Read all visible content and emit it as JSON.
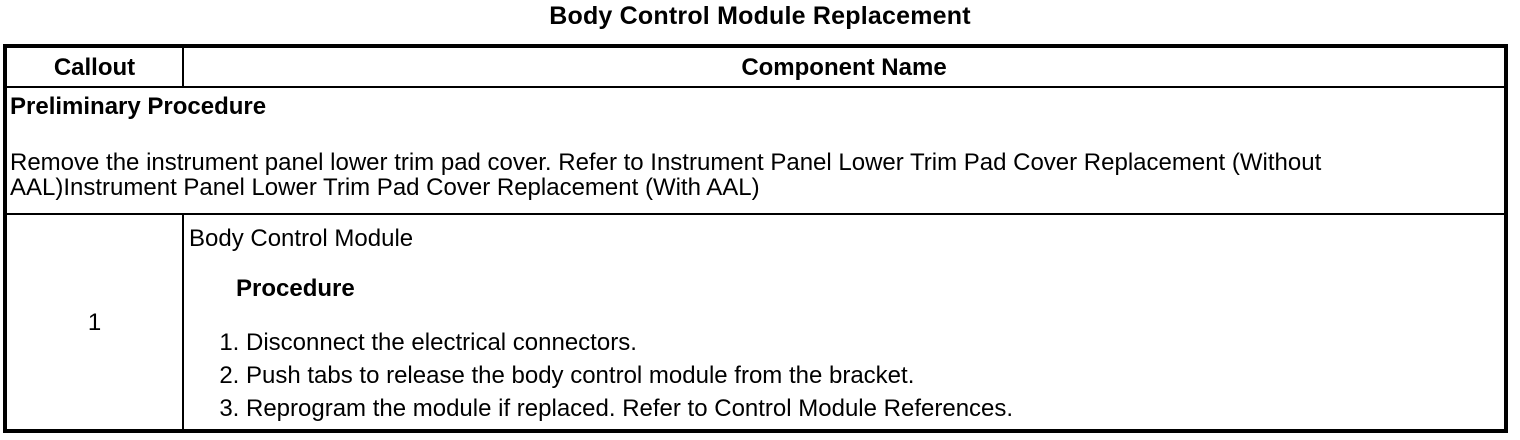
{
  "title": "Body Control Module Replacement",
  "table": {
    "header": {
      "callout": "Callout",
      "component_name": "Component Name"
    },
    "preliminary": {
      "heading": "Preliminary Procedure",
      "text": "Remove the instrument panel lower trim pad cover. Refer to Instrument Panel Lower Trim Pad Cover Replacement (Without AAL)Instrument Panel Lower Trim Pad Cover Replacement (With AAL)"
    },
    "rows": [
      {
        "callout": "1",
        "component": "Body Control Module",
        "procedure_label": "Procedure",
        "steps": [
          "Disconnect the electrical connectors.",
          "Push tabs to release the body control module from the bracket.",
          "Reprogram the module if replaced. Refer to Control Module References."
        ]
      }
    ]
  },
  "colors": {
    "text": "#000000",
    "border": "#000000",
    "background": "#ffffff"
  }
}
